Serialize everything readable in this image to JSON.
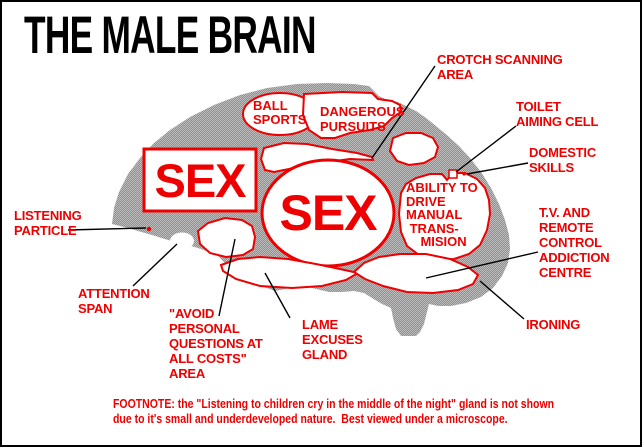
{
  "title": "THE MALE BRAIN",
  "colors": {
    "label_red": "#ee0000",
    "brain_gray": "#a4a4a4",
    "region_white": "#ffffff",
    "leader_black": "#000000",
    "background": "#ffffff"
  },
  "regions": {
    "ball_sports": "BALL\nSPORTS",
    "dangerous": "DANGEROUS\nPURSUITS",
    "sex_primary": "SEX",
    "sex_secondary": "SEX",
    "ability": "ABILITY TO\nDRIVE\nMANUAL\n TRANS-\n    MISION"
  },
  "labels": {
    "crotch": "CROTCH SCANNING\nAREA",
    "toilet": "TOILET\nAIMING CELL",
    "domestic": "DOMESTIC\nSKILLS",
    "tv": "T.V. AND\nREMOTE\nCONTROL\nADDICTION\nCENTRE",
    "ironing": "IRONING",
    "listening": "LISTENING\nPARTICLE",
    "attention": "ATTENTION\nSPAN",
    "avoid": "\"AVOID\nPERSONAL\nQUESTIONS AT\nALL COSTS\"\nAREA",
    "lame": "LAME\nEXCUSES\nGLAND"
  },
  "footnote": "FOOTNOTE: the \"Listening to children cry in the middle of the night\" gland is not shown\ndue to it's small and underdeveloped nature.  Best viewed under a microscope."
}
